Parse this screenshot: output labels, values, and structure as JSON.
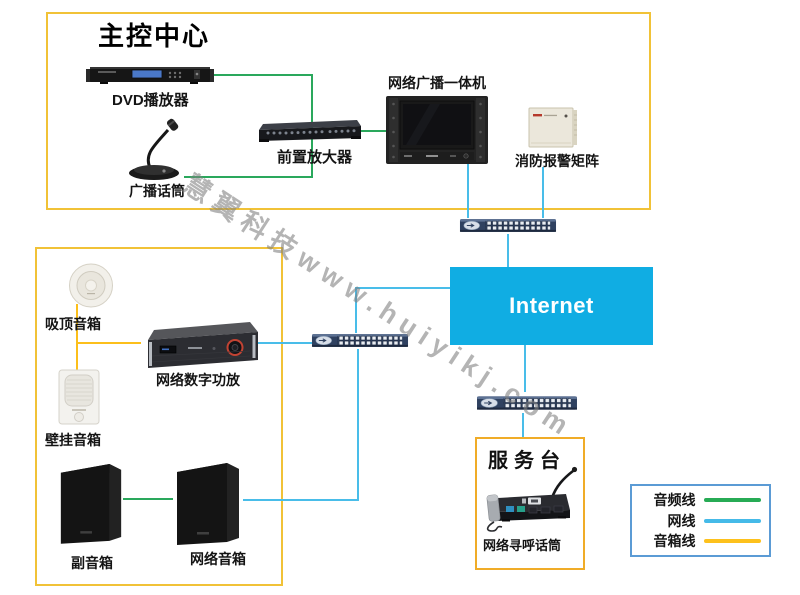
{
  "diagram": {
    "watermark": "慧翼科技www.huiyikj.com",
    "groups": {
      "main_control": {
        "title": "主控中心"
      },
      "service_desk": {
        "title": "服务台"
      }
    },
    "nodes": {
      "dvd_player": "DVD播放器",
      "broadcast_mic": "广播话筒",
      "preamplifier": "前置放大器",
      "network_broadcast_unit": "网络广播一体机",
      "fire_alarm_matrix": "消防报警矩阵",
      "internet": "Internet",
      "ceiling_speaker": "吸顶音箱",
      "network_digital_amp": "网络数字功放",
      "wall_speaker": "壁挂音箱",
      "sub_speaker": "副音箱",
      "network_speaker": "网络音箱",
      "network_paging_mic": "网络寻呼话筒"
    },
    "legend": {
      "items": [
        {
          "label": "音频线",
          "color": "#27AB55",
          "type": "audio"
        },
        {
          "label": "网线",
          "color": "#45BAE8",
          "type": "network"
        },
        {
          "label": "音箱线",
          "color": "#FDC11C",
          "type": "speaker"
        }
      ]
    },
    "colors": {
      "group_border": "#F1C237",
      "service_border": "#F0AC28",
      "legend_border": "#5B9BD5",
      "internet_bg": "#10ADE3"
    }
  }
}
